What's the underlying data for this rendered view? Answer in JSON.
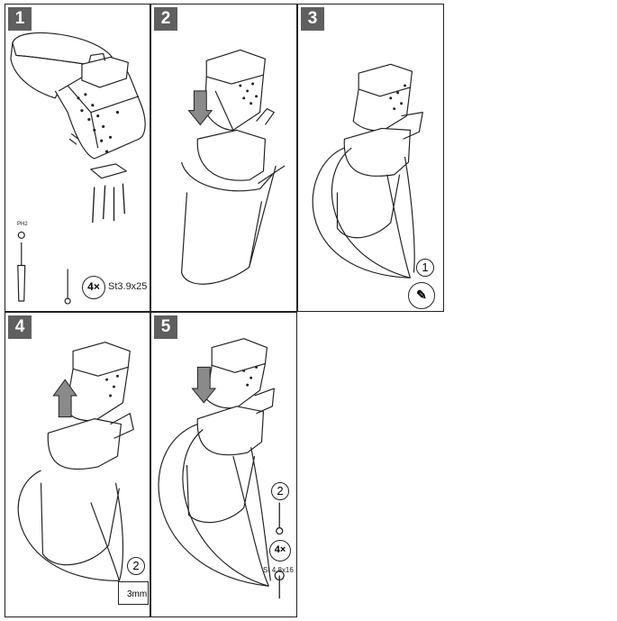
{
  "panels": [
    {
      "number": "1",
      "fastener_count": "4×",
      "screw_spec": "St3.9x25",
      "driver_label": "PH2"
    },
    {
      "number": "2"
    },
    {
      "number": "3",
      "callout": "1"
    },
    {
      "number": "4",
      "callout": "2",
      "hex_size": "3mm"
    },
    {
      "number": "5",
      "callout": "2",
      "fastener_count": "4×",
      "screw_spec": "St 4,8x16"
    }
  ],
  "colors": {
    "badge": "#5f5f5f",
    "line": "#222222",
    "arrow_fill": "#8a8a8a"
  }
}
